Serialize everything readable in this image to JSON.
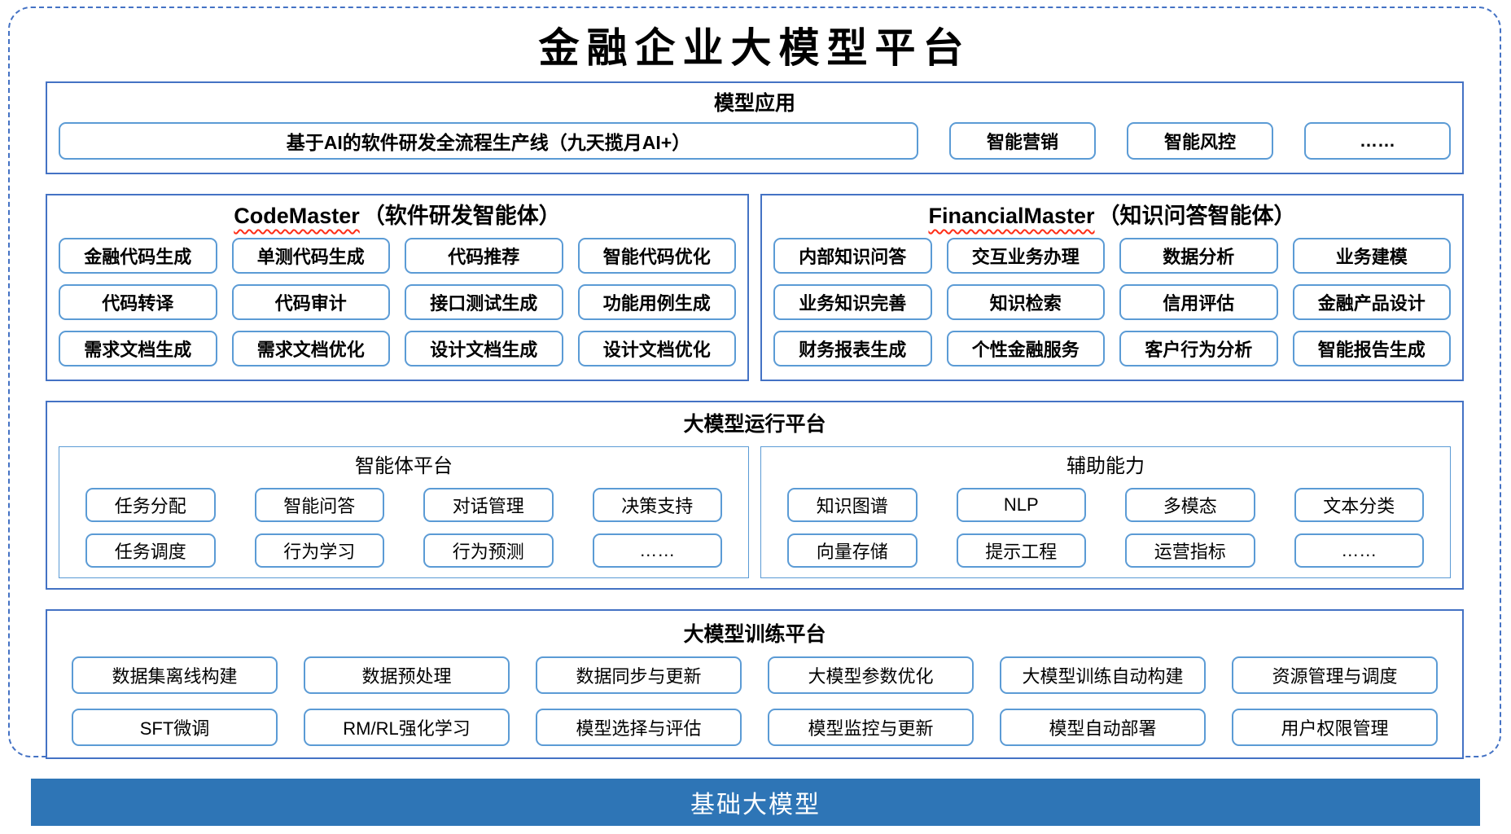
{
  "title": "金融企业大模型平台",
  "model_app": {
    "header": "模型应用",
    "pipeline": "基于AI的软件研发全流程生产线（九天揽月AI+）",
    "items": [
      "智能营销",
      "智能风控",
      "……"
    ]
  },
  "code_master": {
    "name": "CodeMaster",
    "subtitle": "（软件研发智能体）",
    "items": [
      "金融代码生成",
      "单测代码生成",
      "代码推荐",
      "智能代码优化",
      "代码转译",
      "代码审计",
      "接口测试生成",
      "功能用例生成",
      "需求文档生成",
      "需求文档优化",
      "设计文档生成",
      "设计文档优化"
    ]
  },
  "financial_master": {
    "name": "FinancialMaster",
    "subtitle": "（知识问答智能体）",
    "items": [
      "内部知识问答",
      "交互业务办理",
      "数据分析",
      "业务建模",
      "业务知识完善",
      "知识检索",
      "信用评估",
      "金融产品设计",
      "财务报表生成",
      "个性金融服务",
      "客户行为分析",
      "智能报告生成"
    ]
  },
  "runtime": {
    "header": "大模型运行平台",
    "agent_platform": {
      "title": "智能体平台",
      "items": [
        "任务分配",
        "智能问答",
        "对话管理",
        "决策支持",
        "任务调度",
        "行为学习",
        "行为预测",
        "……"
      ]
    },
    "aux_ability": {
      "title": "辅助能力",
      "items": [
        "知识图谱",
        "NLP",
        "多模态",
        "文本分类",
        "向量存储",
        "提示工程",
        "运营指标",
        "……"
      ]
    }
  },
  "training": {
    "header": "大模型训练平台",
    "items": [
      "数据集离线构建",
      "数据预处理",
      "数据同步与更新",
      "大模型参数优化",
      "大模型训练自动构建",
      "资源管理与调度",
      "SFT微调",
      "RM/RL强化学习",
      "模型选择与评估",
      "模型监控与更新",
      "模型自动部署",
      "用户权限管理"
    ]
  },
  "foundation": {
    "label": "基础大模型"
  },
  "colors": {
    "accent_border": "#4472C4",
    "item_border": "#5B9BD5",
    "foundation_bar": "#2E75B6",
    "spellcheck_underline": "#FF2D16",
    "text": "#000000",
    "background": "#FFFFFF"
  }
}
